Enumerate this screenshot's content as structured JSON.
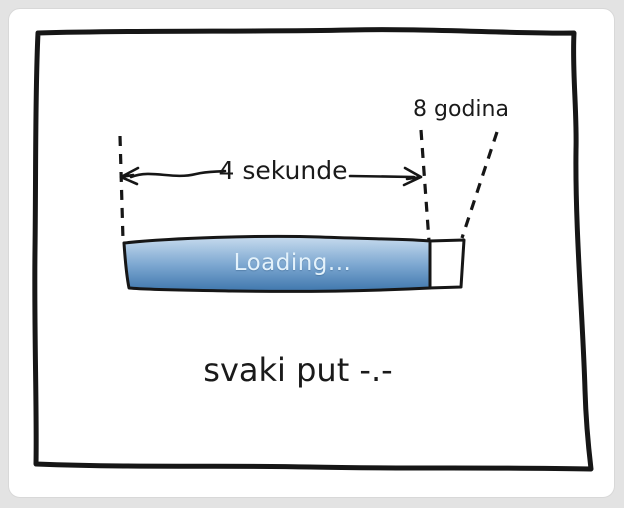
{
  "panel": {
    "caption": "svaki put -.-",
    "annotations": {
      "elapsed": "4 sekunde",
      "remaining": "8 godina"
    },
    "progress_bar": {
      "label": "Loading...",
      "filled_fraction": 0.9
    },
    "colors": {
      "ink": "#161616",
      "background": "#e3e3e3",
      "card": "#ffffff",
      "bar_gradient_top": "#c8dcee",
      "bar_gradient_mid": "#7fa9d2",
      "bar_gradient_bottom": "#3f77ad",
      "bar_label": "#e4f2fb",
      "bar_empty": "#ffffff"
    }
  }
}
